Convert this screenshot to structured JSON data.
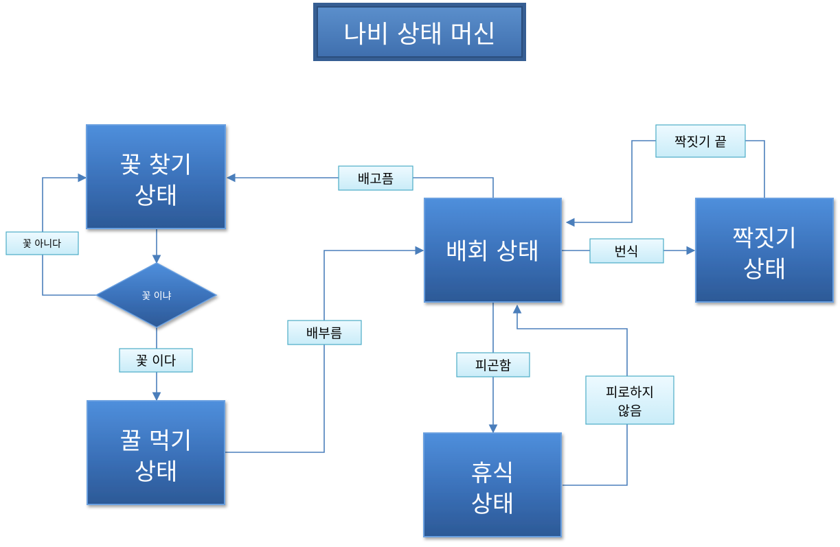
{
  "title": "나비 상태 머신",
  "states": {
    "find_flower": [
      "꽃 찾기",
      "상태"
    ],
    "eat_nectar": [
      "꿀 먹기",
      "상태"
    ],
    "wander": [
      "배회 상태"
    ],
    "mating": [
      "짝짓기",
      "상태"
    ],
    "rest": [
      "휴식",
      "상태"
    ]
  },
  "decision": "꽃 이냐",
  "labels": {
    "not_flower": "꽃 아니다",
    "is_flower": "꽃 이다",
    "hungry": "배고픔",
    "full": "배부름",
    "breed": "번식",
    "mating_done": "짝짓기 끝",
    "tired": "피곤함",
    "not_tired": [
      "피로하지",
      "않음"
    ]
  },
  "colors": {
    "title_fill": "#4f81bd",
    "title_border": "#385d8a",
    "state_fill": "#3a70b8",
    "state_border": "#4f87cc",
    "label_fill": "#dff4fb",
    "label_border": "#4bacc6",
    "connector": "#4a7ebb"
  }
}
